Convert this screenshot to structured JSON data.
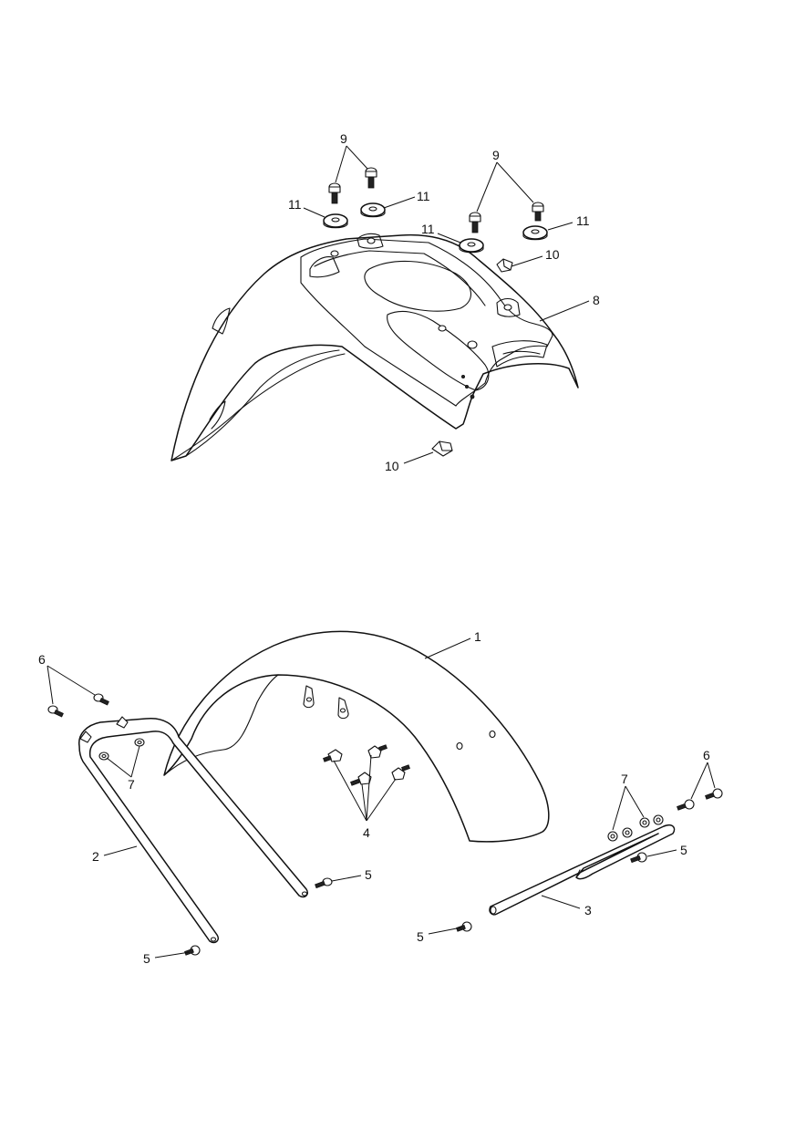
{
  "colors": {
    "line": "#111111",
    "background": "#ffffff"
  },
  "callouts": [
    {
      "id": "c9a",
      "text": "9"
    },
    {
      "id": "c11a",
      "text": "11"
    },
    {
      "id": "c11b",
      "text": "11"
    },
    {
      "id": "c9b",
      "text": "9"
    },
    {
      "id": "c11c",
      "text": "11"
    },
    {
      "id": "c11d",
      "text": "11"
    },
    {
      "id": "c10a",
      "text": "10"
    },
    {
      "id": "c8",
      "text": "8"
    },
    {
      "id": "c10b",
      "text": "10"
    },
    {
      "id": "c1",
      "text": "1"
    },
    {
      "id": "c6a",
      "text": "6"
    },
    {
      "id": "c7a",
      "text": "7"
    },
    {
      "id": "c4",
      "text": "4"
    },
    {
      "id": "c7b",
      "text": "7"
    },
    {
      "id": "c6b",
      "text": "6"
    },
    {
      "id": "c5a",
      "text": "5"
    },
    {
      "id": "c2",
      "text": "2"
    },
    {
      "id": "c5b",
      "text": "5"
    },
    {
      "id": "c3",
      "text": "3"
    },
    {
      "id": "c5c",
      "text": "5"
    },
    {
      "id": "c5d",
      "text": "5"
    }
  ]
}
